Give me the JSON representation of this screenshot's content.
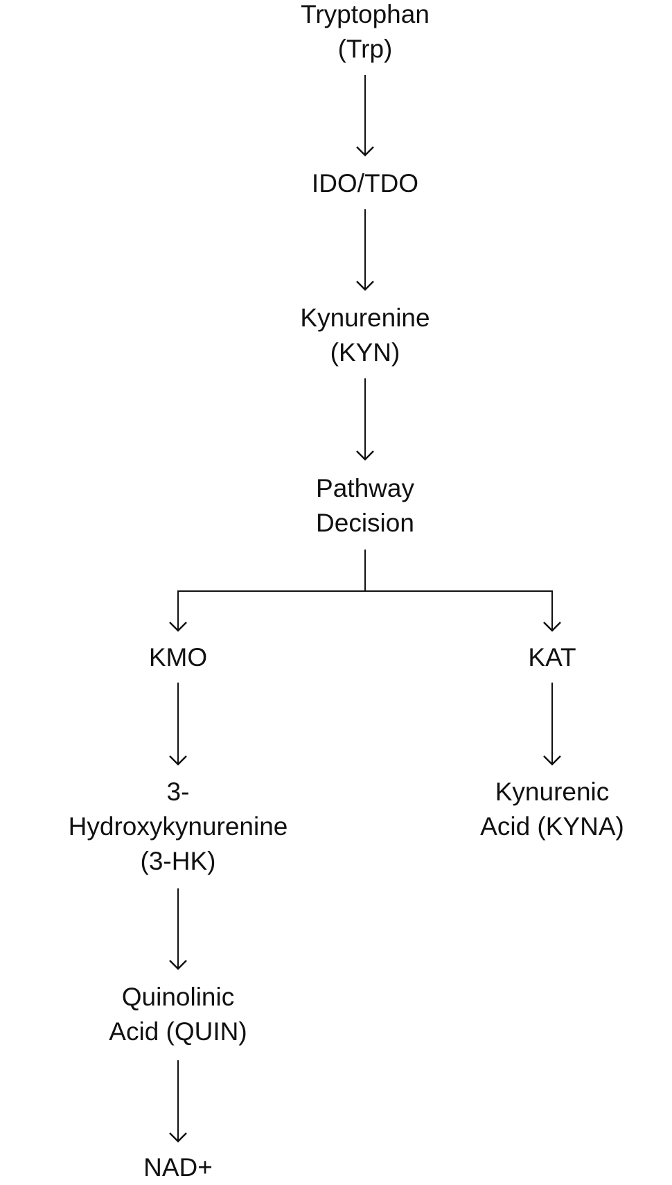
{
  "diagram": {
    "title": "Kynurenine pathway of tryptophan metabolism",
    "nodes": {
      "trp": {
        "lines": [
          "Tryptophan",
          "(Trp)"
        ]
      },
      "ido": {
        "lines": [
          "IDO/TDO"
        ]
      },
      "kyn": {
        "lines": [
          "Kynurenine",
          "(KYN)"
        ]
      },
      "decision": {
        "lines": [
          "Pathway",
          "Decision"
        ]
      },
      "kmo": {
        "lines": [
          "KMO"
        ]
      },
      "kat": {
        "lines": [
          "KAT"
        ]
      },
      "hk": {
        "lines": [
          "3-",
          "Hydroxykynurenine",
          "(3-HK)"
        ]
      },
      "kyna": {
        "lines": [
          "Kynurenic",
          "Acid (KYNA)"
        ]
      },
      "quin": {
        "lines": [
          "Quinolinic",
          "Acid (QUIN)"
        ]
      },
      "nad": {
        "lines": [
          "NAD+"
        ]
      }
    },
    "edges": [
      {
        "from": "trp",
        "to": "ido"
      },
      {
        "from": "ido",
        "to": "kyn"
      },
      {
        "from": "kyn",
        "to": "decision"
      },
      {
        "from": "decision",
        "to": "kmo"
      },
      {
        "from": "decision",
        "to": "kat"
      },
      {
        "from": "kmo",
        "to": "hk"
      },
      {
        "from": "kat",
        "to": "kyna"
      },
      {
        "from": "hk",
        "to": "quin"
      },
      {
        "from": "quin",
        "to": "nad"
      }
    ],
    "line_color": "#111111"
  }
}
